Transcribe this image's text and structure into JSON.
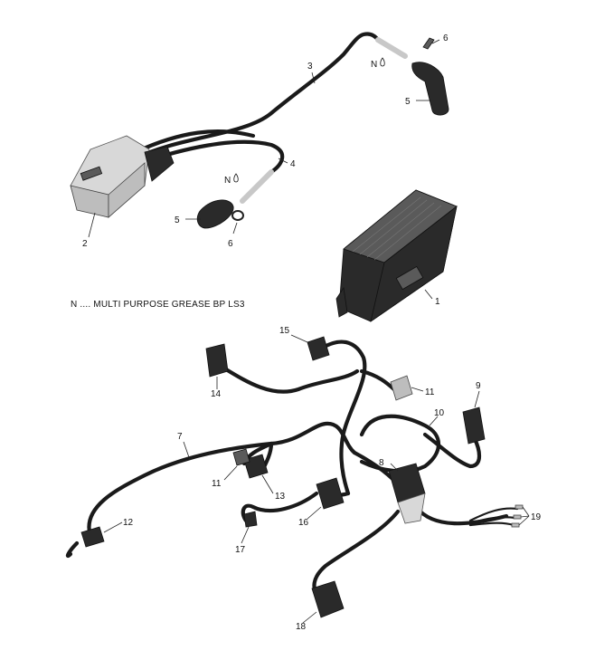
{
  "note": {
    "text": "N .... MULTI PURPOSE GREASE BP LS3"
  },
  "grease_symbol": "N",
  "callouts": [
    {
      "id": "c1",
      "label": "1"
    },
    {
      "id": "c2",
      "label": "2"
    },
    {
      "id": "c3",
      "label": "3"
    },
    {
      "id": "c4",
      "label": "4"
    },
    {
      "id": "c5a",
      "label": "5"
    },
    {
      "id": "c5b",
      "label": "5"
    },
    {
      "id": "c6a",
      "label": "6"
    },
    {
      "id": "c6b",
      "label": "6"
    },
    {
      "id": "c7",
      "label": "7"
    },
    {
      "id": "c8",
      "label": "8"
    },
    {
      "id": "c9",
      "label": "9"
    },
    {
      "id": "c10",
      "label": "10"
    },
    {
      "id": "c11a",
      "label": "11"
    },
    {
      "id": "c11b",
      "label": "11"
    },
    {
      "id": "c12",
      "label": "12"
    },
    {
      "id": "c13",
      "label": "13"
    },
    {
      "id": "c14",
      "label": "14"
    },
    {
      "id": "c15",
      "label": "15"
    },
    {
      "id": "c16",
      "label": "16"
    },
    {
      "id": "c17",
      "label": "17"
    },
    {
      "id": "c18",
      "label": "18"
    },
    {
      "id": "c19",
      "label": "19"
    }
  ]
}
